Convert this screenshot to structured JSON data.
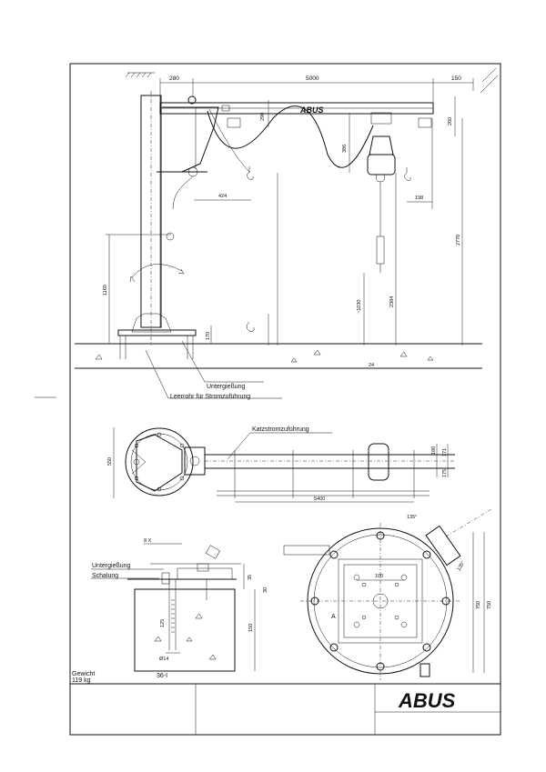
{
  "brand": "ABUS",
  "dimensions_top": {
    "d280": "280",
    "d5000": "5000",
    "d150": "150"
  },
  "dimensions_side": {
    "d290": "290",
    "d260": "260",
    "d386": "386",
    "d424": "424",
    "d198": "198",
    "d2770": "2770",
    "d2384": "2384",
    "d1030": "~1030",
    "d1160": "1160",
    "d170": "170",
    "d24": "24"
  },
  "labels": {
    "untergiessung": "Untergießung",
    "leerrohr": "Leerrohr für Stromzuführung",
    "katzstrom": "Katzstromzuführung",
    "untergiessung2": "Untergießung",
    "schalung": "Schalung",
    "gewicht_label": "Gewicht",
    "gewicht_value": "119 kg",
    "profile": "36-I"
  },
  "plan_dims": {
    "d550": "550",
    "d5400": "5400",
    "d175": "175",
    "d171": "171",
    "d180": "180"
  },
  "detail_dims": {
    "d8x": "8 X",
    "d35": "35",
    "d30": "30",
    "d125": "125",
    "d150": "150",
    "d14": "Ø14"
  },
  "base_dims": {
    "d100": "100",
    "d750a": "750",
    "d750b": "750",
    "d135a": "135°",
    "d135b": "135°",
    "markA": "A"
  }
}
